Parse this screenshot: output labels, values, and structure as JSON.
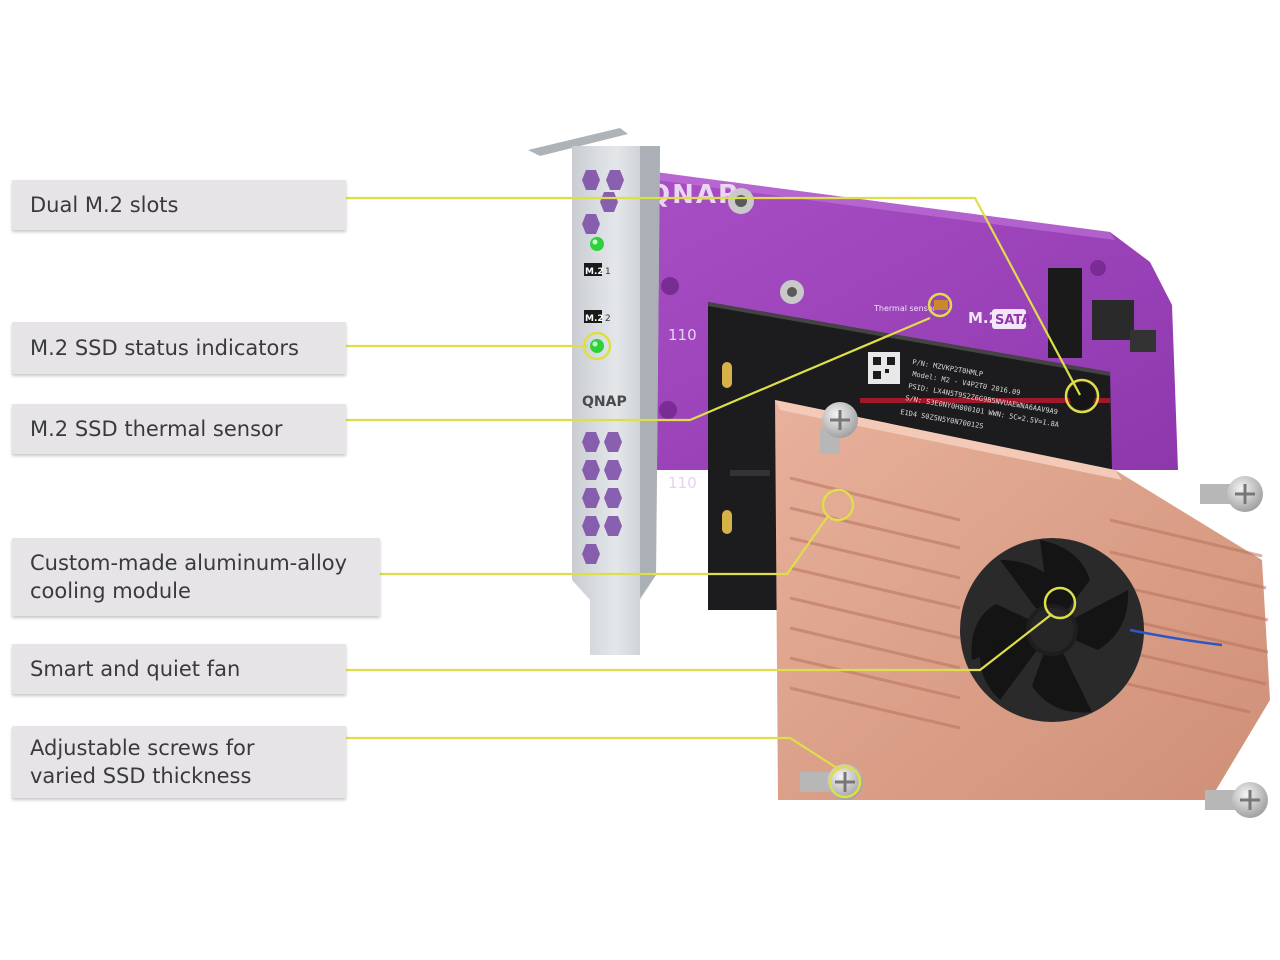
{
  "colors": {
    "callout_line": "#dede4a",
    "label_bg": "#e6e4e7",
    "label_text": "#3a3a3a",
    "pcb": "#9a3db8",
    "ssd": "#1c1c1e",
    "heatsink": "#dc9d85",
    "bracket": "#d3d7db",
    "led": "#2fd13a"
  },
  "labels": [
    {
      "id": "dual-m2-slots",
      "text": "Dual M.2 slots"
    },
    {
      "id": "status-indicators",
      "text": "M.2 SSD status indicators"
    },
    {
      "id": "thermal-sensor",
      "text": "M.2 SSD thermal sensor"
    },
    {
      "id": "cooling-module",
      "text": "Custom-made aluminum-alloy\ncooling module"
    },
    {
      "id": "fan",
      "text": "Smart and quiet fan"
    },
    {
      "id": "screws",
      "text": "Adjustable screws for\nvaried SSD thickness"
    }
  ],
  "board": {
    "brand": "QNAP",
    "bracket_brand": "QNAP",
    "slot1_tag": "M.2",
    "slot1_num": "1",
    "slot2_tag": "M.2",
    "slot2_num": "2",
    "length_mark_top": "110",
    "length_mark_bottom": "110",
    "sensor_silk": "Thermal sensor",
    "interface_tag": "M.2",
    "interface_badge": "SATA"
  },
  "ssd_sticker": [
    "P/N: MZVKP2T0HMLP",
    "Model: M2 - V4P2T0 2016.09",
    "PSID: LX4N5T9S2Z6G9B5NVUAEWNA6AAV9A9",
    "S/N: S3E0NY0H000101   WWN: 5C=2.5V=1.8A",
    "E1D4  S0Z5N5Y0N700125"
  ]
}
